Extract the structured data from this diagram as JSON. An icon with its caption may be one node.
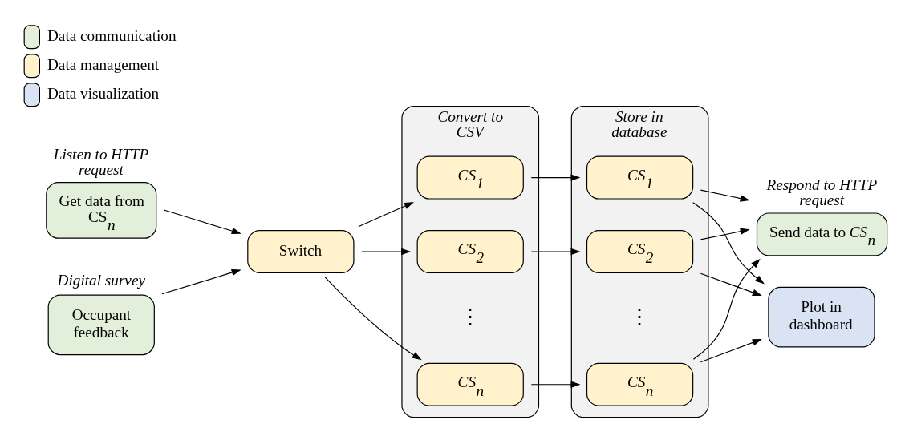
{
  "diagram": {
    "nodes": [
      {
        "text": [
          "Get data from CS$_{n}$"
        ],
        "beside": [
          "Listen to HTTP request"
        ]
      },
      {
        "text": [
          "Occupant feedback"
        ],
        "beside": [
          "Digital survey"
        ]
      },
      {
        "text": [
          "Switch"
        ]
      },
      {
        "text": [
          "Convert to CSV"
        ]
      },
      {
        "text": [
          "CS$_{1}$"
        ],
        "in": 3
      },
      {
        "text": [
          "CS$_{2}$"
        ],
        "in": 3
      },
      {
        "text": [
          "CS$_{n}$"
        ],
        "in": 3
      },
      {
        "text": [
          "Store in database"
        ]
      },
      {
        "text": [
          "CS$_{1}$"
        ],
        "in": 7
      },
      {
        "text": [
          "CS$_{2}$"
        ],
        "in": 7
      },
      {
        "text": [
          "CS$_{n}$"
        ],
        "in": 7
      },
      {
        "text": [
          "Send data to *CS*$_{n}$"
        ],
        "beside": [
          "Respond to HTTP request"
        ]
      },
      {
        "text": [
          "Plot in dashboard"
        ]
      }
    ],
    "edges": [
      {
        "from": 0,
        "to": 2,
        "arrow": "to"
      },
      {
        "from": 1,
        "to": 2,
        "arrow": "to"
      },
      {
        "from": 2,
        "to": 4,
        "arrow": "to"
      },
      {
        "from": 2,
        "to": 5,
        "arrow": "to"
      },
      {
        "from": 2,
        "to": 6,
        "arrow": "to"
      },
      {
        "from": 4,
        "to": 8,
        "arrow": "to"
      },
      {
        "from": 5,
        "to": 9,
        "arrow": "to"
      },
      {
        "from": 6,
        "to": 10,
        "arrow": "to"
      },
      {
        "from": 8,
        "to": 11,
        "arrow": "to"
      },
      {
        "from": 8,
        "to": 12,
        "arrow": "to"
      },
      {
        "from": 9,
        "to": 11,
        "arrow": "to"
      },
      {
        "from": 9,
        "to": 12,
        "arrow": "to"
      },
      {
        "from": 10,
        "to": 11,
        "arrow": "to"
      },
      {
        "from": 10,
        "to": 12,
        "arrow": "to"
      }
    ],
    "labels": [
      "⋮",
      "⋮"
    ],
    "legend": [
      {
        "text": "Data communication",
        "color": "#e2efda"
      },
      {
        "text": "Data management",
        "color": "#fff2cc"
      },
      {
        "text": "Data visualization",
        "color": "#dae3f3"
      }
    ]
  }
}
